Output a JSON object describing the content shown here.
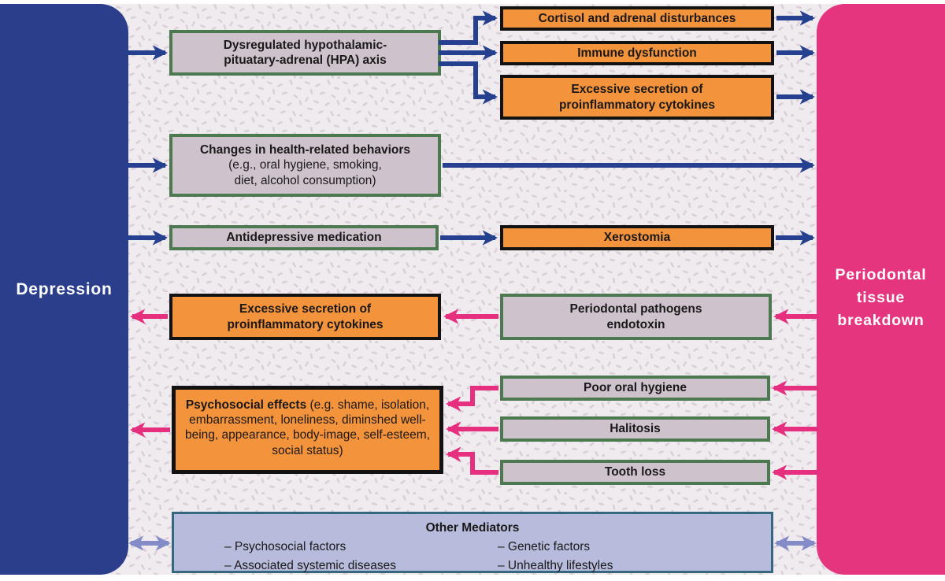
{
  "colors": {
    "depression_blue": "#2b3e8c",
    "periodontal_pink": "#e5357f",
    "arrow_blue": "#24408f",
    "arrow_pink": "#e72f80",
    "arrow_periwinkle": "#848cc8",
    "orange_fill": "#f3933c",
    "gray_fill": "#cec3cc",
    "green_border": "#4d7950",
    "black_border": "#121212",
    "mediators_fill": "#b7bcdc",
    "mediators_border": "#37677e",
    "background": "#f0ebef",
    "speckle": "#dccfd9",
    "text_dark": "#1b1819"
  },
  "left_column": {
    "label": "Depression"
  },
  "right_column": {
    "label": "Periodontal tissue breakdown"
  },
  "boxes": {
    "hpa": {
      "lines": [
        "Dysregulated hypothalamic-",
        "pituatary-adrenal (HPA) axis"
      ]
    },
    "cortisol": {
      "label": "Cortisol and adrenal disturbances"
    },
    "immune": {
      "label": "Immune dysfunction"
    },
    "cytokines_top": {
      "lines": [
        "Excessive secretion of",
        "proinflammatory cytokines"
      ]
    },
    "behaviors": {
      "title": "Changes in health-related behaviors",
      "detail_lines": [
        "(e.g., oral hygiene, smoking,",
        "diet, alcohol consumption)"
      ]
    },
    "antidepressive": {
      "label": "Antidepressive medication"
    },
    "xerostomia": {
      "label": "Xerostomia"
    },
    "cytokines_mid": {
      "lines": [
        "Excessive secretion of",
        "proinflammatory cytokines"
      ]
    },
    "pathogens": {
      "lines": [
        "Periodontal pathogens",
        "endotoxin"
      ]
    },
    "poor_hygiene": {
      "label": "Poor oral hygiene"
    },
    "halitosis": {
      "label": "Halitosis"
    },
    "tooth_loss": {
      "label": "Tooth loss"
    },
    "psychosocial": {
      "title": "Psychosocial effects",
      "detail": "(e.g. shame, isolation, embarrassment, loneliness, diminshed well-being, appearance, body-image, self-esteem, social status)"
    },
    "mediators": {
      "title": "Other Mediators",
      "columns": [
        [
          "– Psychosocial factors",
          "– Associated systemic diseases"
        ],
        [
          "– Genetic factors",
          "– Unhealthy lifestyles"
        ]
      ]
    }
  },
  "edges": [
    {
      "from": "depression",
      "to": "hpa",
      "color": "blue"
    },
    {
      "from": "hpa",
      "to": "cortisol",
      "color": "blue"
    },
    {
      "from": "hpa",
      "to": "immune",
      "color": "blue"
    },
    {
      "from": "hpa",
      "to": "cytokines_top",
      "color": "blue"
    },
    {
      "from": "cortisol",
      "to": "periodontal",
      "color": "blue"
    },
    {
      "from": "immune",
      "to": "periodontal",
      "color": "blue"
    },
    {
      "from": "cytokines_top",
      "to": "periodontal",
      "color": "blue"
    },
    {
      "from": "depression",
      "to": "behaviors",
      "color": "blue"
    },
    {
      "from": "behaviors",
      "to": "periodontal",
      "color": "blue"
    },
    {
      "from": "depression",
      "to": "antidepressive",
      "color": "blue"
    },
    {
      "from": "antidepressive",
      "to": "xerostomia",
      "color": "blue"
    },
    {
      "from": "xerostomia",
      "to": "periodontal",
      "color": "blue"
    },
    {
      "from": "periodontal",
      "to": "pathogens",
      "color": "pink"
    },
    {
      "from": "pathogens",
      "to": "cytokines_mid",
      "color": "pink"
    },
    {
      "from": "cytokines_mid",
      "to": "depression",
      "color": "pink"
    },
    {
      "from": "periodontal",
      "to": "poor_hygiene",
      "color": "pink"
    },
    {
      "from": "periodontal",
      "to": "halitosis",
      "color": "pink"
    },
    {
      "from": "periodontal",
      "to": "tooth_loss",
      "color": "pink"
    },
    {
      "from": "poor_hygiene",
      "to": "psychosocial",
      "color": "pink"
    },
    {
      "from": "halitosis",
      "to": "psychosocial",
      "color": "pink"
    },
    {
      "from": "tooth_loss",
      "to": "psychosocial",
      "color": "pink"
    },
    {
      "from": "psychosocial",
      "to": "depression",
      "color": "pink"
    },
    {
      "from": "depression",
      "to": "mediators",
      "color": "periwinkle",
      "bidirectional": true
    },
    {
      "from": "periodontal",
      "to": "mediators",
      "color": "periwinkle",
      "bidirectional": true
    }
  ]
}
